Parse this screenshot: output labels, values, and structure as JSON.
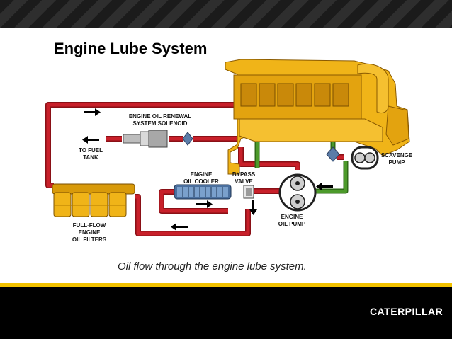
{
  "slide": {
    "title": "Engine Lube System",
    "caption": "Oil flow through the engine lube system."
  },
  "labels": {
    "renewal_solenoid": "ENGINE OIL RENEWAL\nSYSTEM SOLENOID",
    "to_fuel_tank": "TO FUEL\nTANK",
    "engine_oil_cooler": "ENGINE\nOIL COOLER",
    "bypass_valve": "BYPASS\nVALVE",
    "scavenge_pump": "SCAVENGE\nPUMP",
    "engine_oil_pump": "ENGINE\nOIL PUMP",
    "full_flow_filters": "FULL-FLOW\nENGINE\nOIL FILTERS"
  },
  "brand": {
    "logo_text": "CATERPILLAR"
  },
  "colors": {
    "oil_line_red": "#c8202a",
    "scavenge_line_green": "#4c9a2a",
    "engine_yellow": "#f0b418",
    "accent_yellow": "#f2c200",
    "footer_black": "#000000"
  }
}
